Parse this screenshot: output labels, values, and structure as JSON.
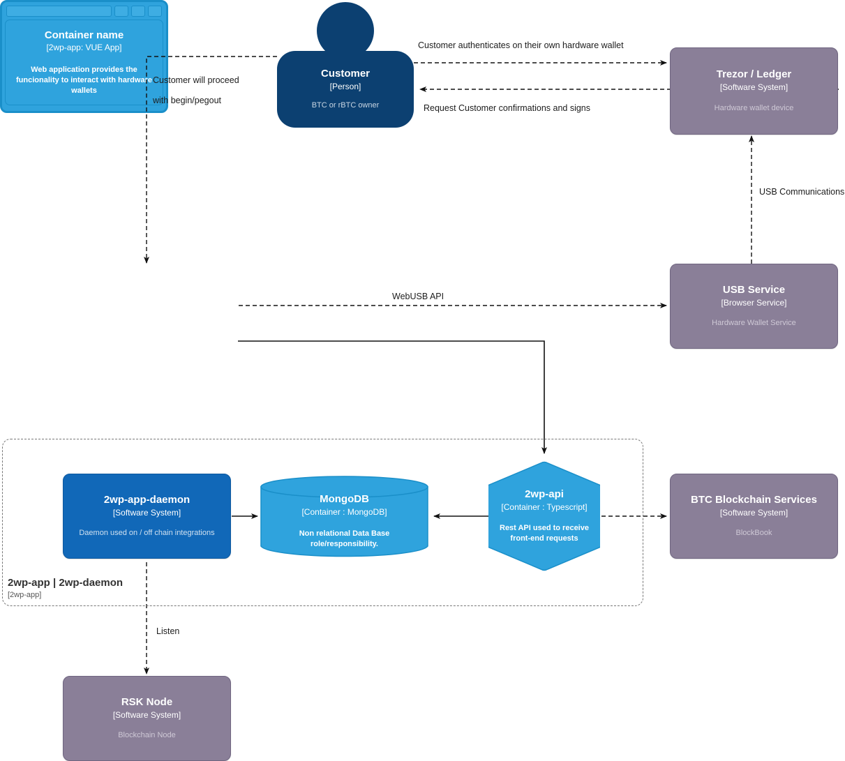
{
  "diagram": {
    "type": "c4-container-diagram",
    "colors": {
      "person": "#0c4071",
      "external_system": "#8a7f98",
      "container_blue": "#1168b8",
      "container_light_blue": "#2fa3dd",
      "boundary_border": "#777777",
      "edge": "#1c1c1c",
      "background": "#ffffff"
    }
  },
  "nodes": {
    "customer": {
      "title": "Customer",
      "tech": "[Person]",
      "description": "BTC or rBTC owner",
      "shape": "person"
    },
    "trezor_ledger": {
      "title": "Trezor / Ledger",
      "tech": "[Software System]",
      "description": "Hardware wallet device",
      "shape": "box-external"
    },
    "usb_service": {
      "title": "USB Service",
      "tech": "[Browser Service]",
      "description": "Hardware Wallet Service",
      "shape": "box-external"
    },
    "btc_blockchain_services": {
      "title": "BTC Blockchain Services",
      "tech": "[Software System]",
      "description": "BlockBook",
      "shape": "box-external"
    },
    "rsk_node": {
      "title": "RSK Node",
      "tech": "[Software System]",
      "description": "Blockchain Node",
      "shape": "box-external"
    },
    "container_name": {
      "title": "Container name",
      "tech": "[2wp-app: VUE App]",
      "description": "Web application provides the funcionality to interact with hardware wallets",
      "shape": "browser-window"
    },
    "daemon": {
      "title": "2wp-app-daemon",
      "tech": "[Software System]",
      "description": "Daemon used on / off chain integrations",
      "shape": "box-container"
    },
    "mongodb": {
      "title": "MongoDB",
      "tech": "[Container : MongoDB]",
      "description": "Non relational Data Base role/responsibility.",
      "shape": "cylinder"
    },
    "twp_api": {
      "title": "2wp-api",
      "tech": "[Container : Typescript]",
      "description": "Rest API used to receive front-end requests",
      "shape": "hexagon"
    }
  },
  "boundary": {
    "name": "2wp-app | 2wp-daemon",
    "tech": "[2wp-app]"
  },
  "edges": [
    {
      "id": "customer-to-trezor",
      "from": "customer",
      "to": "trezor_ledger",
      "label": "Customer authenticates on their own hardware wallet",
      "style": "dashed"
    },
    {
      "id": "trezor-to-customer",
      "from": "trezor_ledger",
      "to": "customer",
      "label": "Request Customer confirmations and signs",
      "style": "dashed"
    },
    {
      "id": "customer-to-app",
      "from": "customer",
      "to": "container_name",
      "label_line1": "Customer will proceed",
      "label_line2": "with begin/pegout",
      "style": "dashed"
    },
    {
      "id": "app-to-usbservice",
      "from": "container_name",
      "to": "usb_service",
      "label": "WebUSB API",
      "style": "dashed"
    },
    {
      "id": "usbservice-to-trezor",
      "from": "usb_service",
      "to": "trezor_ledger",
      "label": "USB Communications",
      "style": "dashed"
    },
    {
      "id": "app-to-api",
      "from": "container_name",
      "to": "twp_api",
      "label": "",
      "style": "solid"
    },
    {
      "id": "daemon-to-mongodb",
      "from": "daemon",
      "to": "mongodb",
      "label": "",
      "style": "solid"
    },
    {
      "id": "api-to-mongodb",
      "from": "twp_api",
      "to": "mongodb",
      "label": "",
      "style": "solid"
    },
    {
      "id": "api-to-btcservices",
      "from": "twp_api",
      "to": "btc_blockchain_services",
      "label": "",
      "style": "dashed"
    },
    {
      "id": "daemon-to-rsknode",
      "from": "daemon",
      "to": "rsk_node",
      "label": "Listen",
      "style": "dashed"
    }
  ]
}
